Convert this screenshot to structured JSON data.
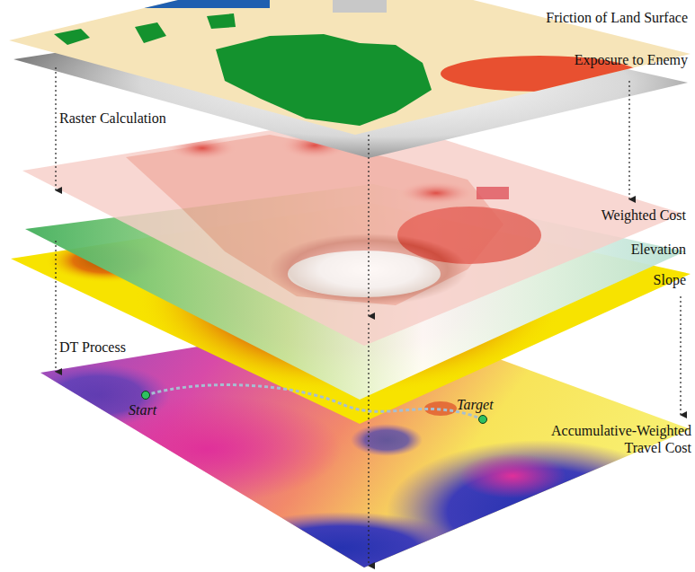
{
  "diagram": {
    "labels": [
      "Friction of Land Surface",
      "Exposure to Enemy",
      "Raster Calculation",
      "Weighted Cost",
      "Elevation",
      "Slope",
      "DT Process",
      "Start",
      "Target",
      "Accumulative-Weighted Travel Cost"
    ]
  }
}
